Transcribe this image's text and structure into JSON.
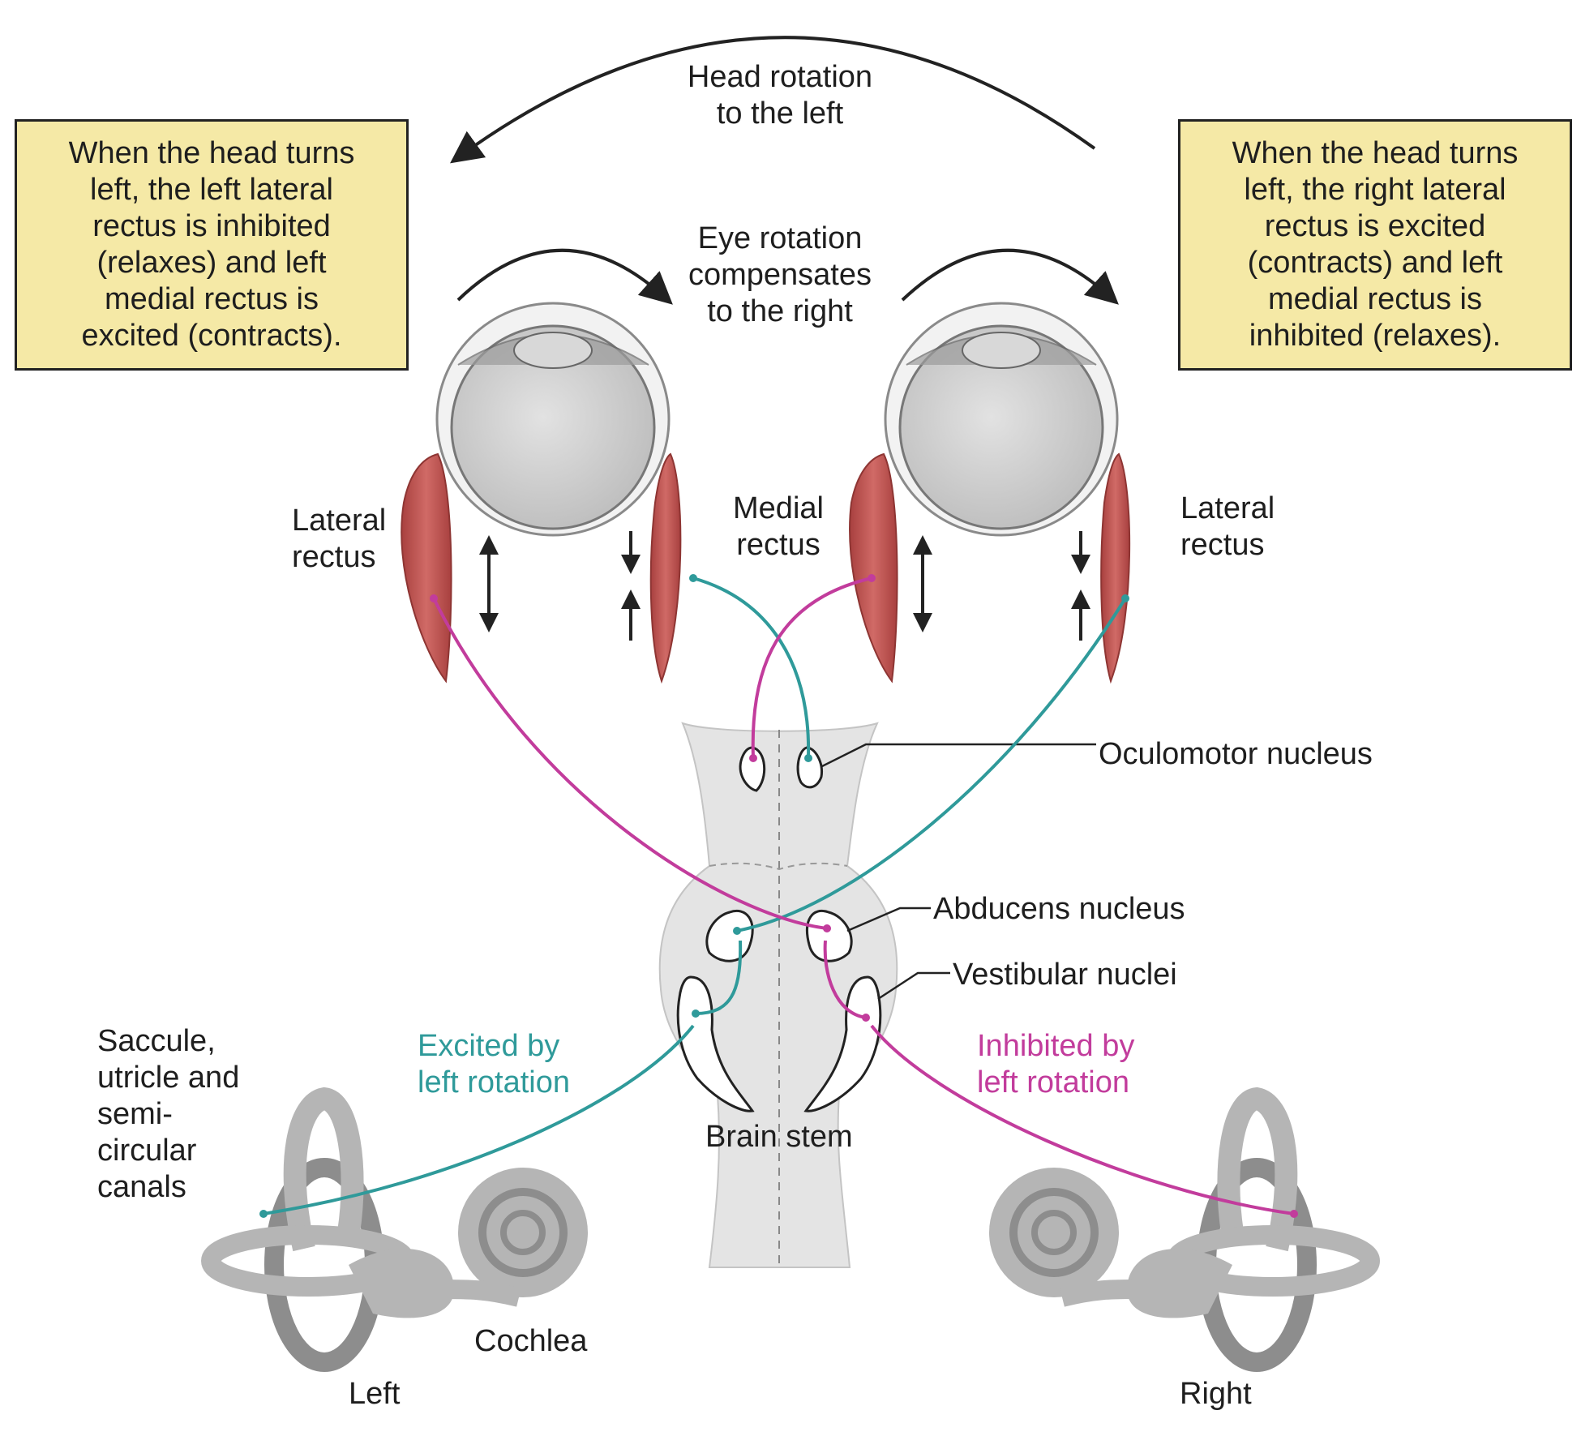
{
  "boxes": {
    "left": [
      "When the head turns",
      "left, the left lateral",
      "rectus is inhibited",
      "(relaxes) and left",
      "medial rectus is",
      "excited (contracts)."
    ],
    "right": [
      "When the head turns",
      "left, the right lateral",
      "rectus is excited",
      "(contracts) and left",
      "medial rectus is",
      "inhibited (relaxes)."
    ]
  },
  "labels": {
    "head_rotation": [
      "Head rotation",
      "to the left"
    ],
    "eye_rotation": [
      "Eye rotation",
      "compensates",
      "to the right"
    ],
    "lateral_rectus_left": [
      "Lateral",
      "rectus"
    ],
    "medial_rectus": [
      "Medial",
      "rectus"
    ],
    "lateral_rectus_right": [
      "Lateral",
      "rectus"
    ],
    "oculomotor_nucleus": "Oculomotor nucleus",
    "abducens_nucleus": "Abducens nucleus",
    "vestibular_nuclei": "Vestibular nuclei",
    "saccule": [
      "Saccule,",
      "utricle and",
      "semi-",
      "circular",
      "canals"
    ],
    "excited": [
      "Excited by",
      "left rotation"
    ],
    "inhibited": [
      "Inhibited by",
      "left rotation"
    ],
    "brain_stem": "Brain stem",
    "cochlea": "Cochlea",
    "left": "Left",
    "right": "Right"
  },
  "colors": {
    "box_fill": "#f5e9a6",
    "excitatory_pathway": "#2f9a9a",
    "inhibitory_pathway": "#c23c9c",
    "muscle": "#c9575a",
    "brainstem": "#e4e4e4",
    "ear": "#b5b5b5"
  }
}
